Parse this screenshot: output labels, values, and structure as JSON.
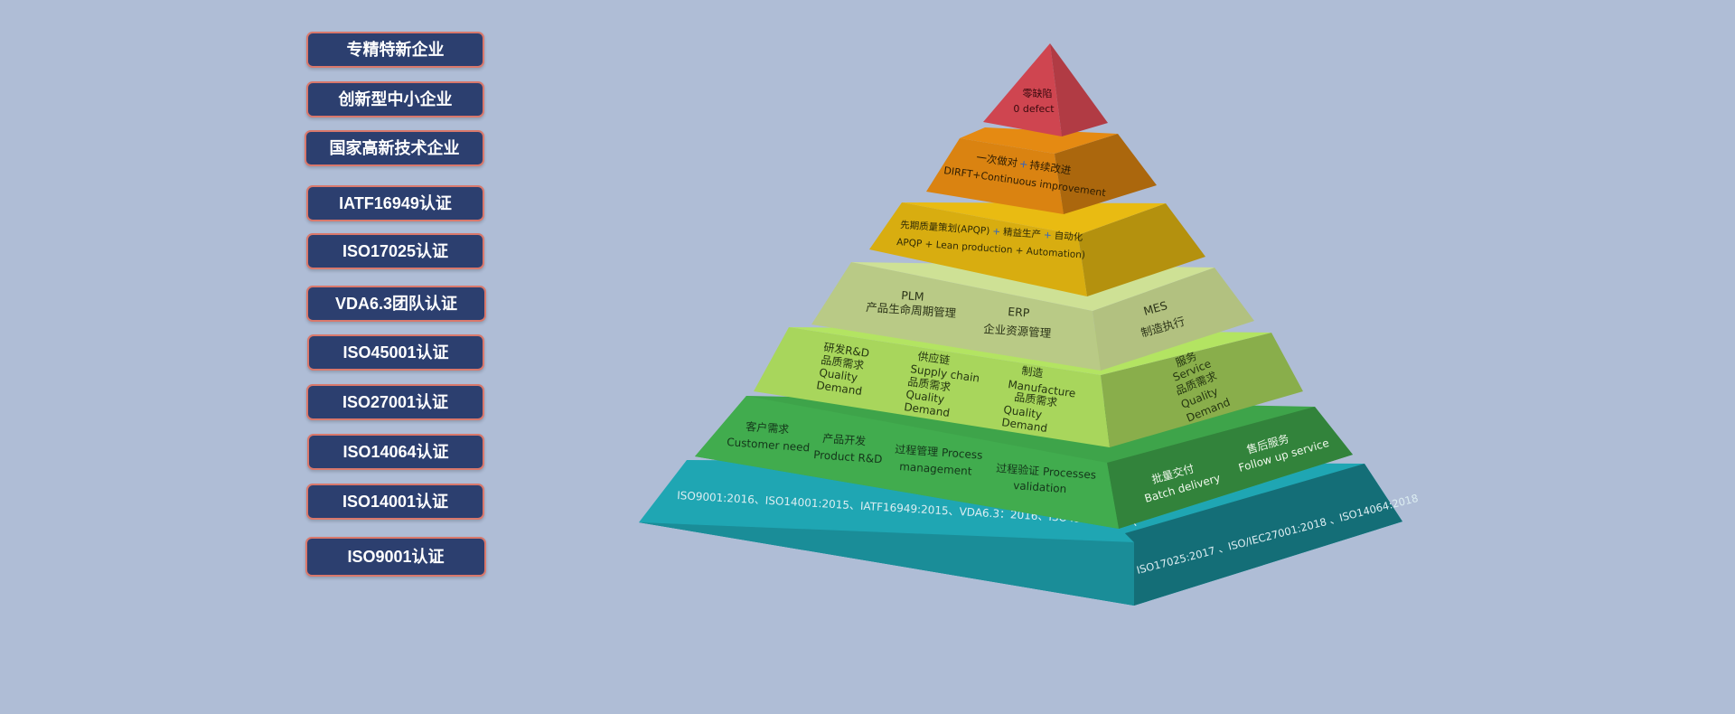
{
  "badges": [
    "专精特新企业",
    "创新型中小企业",
    "国家高新技术企业",
    "IATF16949认证",
    "ISO17025认证",
    "VDA6.3团队认证",
    "ISO45001认证",
    "ISO27001认证",
    "ISO14064认证",
    "ISO14001认证",
    "ISO9001认证"
  ],
  "pyramid": {
    "colors": {
      "level1": "#c0404a",
      "level2": "#d07d10",
      "level3": "#d4aa10",
      "level4": "#bfd08a",
      "level5": "#9cc655",
      "level6": "#3ea44a",
      "level7": "#1a8d98"
    },
    "level1": {
      "zh": "零缺陷",
      "en": "0 defect"
    },
    "level2": {
      "zh_a": "一次做对",
      "plus": "+",
      "zh_b": "持续改进",
      "en": "DIRFT+Continuous improvement"
    },
    "level3": {
      "zh_a": "先期质量策划(APQP)",
      "plus1": "+",
      "zh_b": "精益生产",
      "plus2": "+",
      "zh_c": "自动化",
      "en": "APQP + Lean production + Automation)"
    },
    "level4": {
      "plm_en": "PLM",
      "plm_zh": "产品生命周期管理",
      "erp_en": "ERP",
      "erp_zh": "企业资源管理",
      "mes_en": "MES",
      "mes_zh": "制造执行"
    },
    "level5": {
      "rd": [
        "研发R&D",
        "品质需求",
        "Quality",
        "Demand"
      ],
      "supply": [
        "供应链",
        "Supply chain",
        "品质需求",
        "Quality",
        "Demand"
      ],
      "mfg": [
        "制造",
        "Manufacture",
        "品质需求",
        "Quality",
        "Demand"
      ],
      "service": [
        "服务",
        "Service",
        "品质需求",
        "Quality",
        "Demand"
      ]
    },
    "level6": {
      "customer": [
        "客户需求",
        "Customer need"
      ],
      "product": [
        "产品开发",
        "Product R&D"
      ],
      "process": [
        "过程管理 Process",
        "management"
      ],
      "validation": [
        "过程验证 Processes",
        "validation"
      ],
      "batch": [
        "批量交付",
        "Batch delivery"
      ],
      "after": [
        "售后服务",
        "Follow up service"
      ]
    },
    "level7": {
      "front": "ISO9001:2016、ISO14001:2015、IATF16949:2015、VDA6.3：2016、ISO45001:2018、",
      "side": "ISO17025:2017 、ISO/IEC27001:2018 、ISO14064:2018"
    }
  }
}
